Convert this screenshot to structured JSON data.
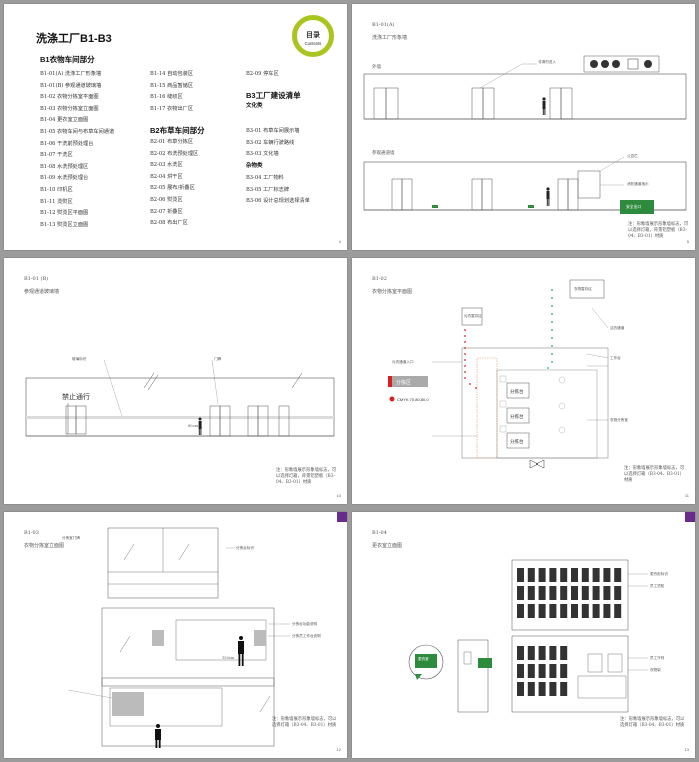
{
  "page1": {
    "title": "洗涤工厂B1-B3",
    "badge_main": "目录",
    "badge_sub": "Contents",
    "sections": {
      "b1": "B1衣物车间部分",
      "b2": "B2布草车间部分",
      "b3": "B3工厂建设清单",
      "culture": "文化类",
      "misc": "杂物类"
    },
    "col1": [
      "B1-01(A) 洗涤工厂形象墙",
      "B1-01(B) 参观通道玻璃墙",
      "B1-02 衣物分拣室平面图",
      "B1-03 衣物分拣室立面图",
      "B1-04 更衣室立面图",
      "B1-05 衣物车间与布草车间通道",
      "B1-06 干洗前预处理台",
      "B1-07 干洗区",
      "B1-08 水洗预处理区",
      "B1-09 水洗预处理台",
      "B1-10 印机区",
      "B1-11 烫熨区",
      "B1-12 熨烫区平面图",
      "B1-13 熨烫区立面图"
    ],
    "col2a": [
      "B1-14 自动包装区",
      "B1-15 商品暂储区",
      "B1-16 缝纫区",
      "B1-17 衣物出厂区"
    ],
    "col2b": [
      "B2-01 布草分拣区",
      "B2-02 布洗预处理区",
      "B2-03 水洗区",
      "B2-04 烘干区",
      "B2-05 展布/折叠区",
      "B2-06 熨烫区",
      "B2-07 折叠区",
      "B2-08 布出厂区"
    ],
    "col3a": [
      "B2-09 停车区"
    ],
    "col3b": [
      "B3-01 布草车间展示墙",
      "B3-02 车辆行驶路线",
      "B3-03 文化墙"
    ],
    "col3c": [
      "B3-04 工厂物料",
      "B3-05 工厂标志牌",
      "B3-06 设计总规划选择清单"
    ],
    "page_number": "4"
  },
  "page2": {
    "code": "B1-01(A)",
    "title": "洗涤工厂形象墙",
    "wall1": "外墙",
    "wall2": "参观通道墙",
    "callouts": [
      "非请勿进入",
      "工厂形象墙",
      "公告栏",
      "消防通道指示"
    ],
    "sign_text": "安全出口",
    "note": "注：形象墙展示形象墙标志，可以选择灯箱，背景铝塑板（B3-04、B3-01）材质",
    "page_number": "5"
  },
  "page3": {
    "code": "B1-01 (B)",
    "title": "参观通道玻璃墙",
    "callouts": [
      "玻璃标识",
      "门牌"
    ],
    "wall_text": "禁止通行",
    "height_mark": "80cm",
    "note": "注：形象墙展示形象墙标志，可以选择灯箱，背景铝塑板（B3-04、B3-01）材质",
    "page_number": "10"
  },
  "page4": {
    "code": "B1-02",
    "title": "衣物分拣室平面图",
    "boxes": [
      "污衣暂存区",
      "分拣台",
      "分拣台",
      "分拣台",
      "衣物暂存区"
    ],
    "legend_text": "分拣区",
    "color_code": "CMYK:70,80,80,0",
    "callouts": [
      "污衣通道入口",
      "工作台",
      "衣物分拣室",
      "洁衣通道"
    ],
    "note": "注：形象墙展示形象墙标志，可以选择灯箱（B3-04、B3-01）材质",
    "page_number": "11"
  },
  "page5": {
    "code": "B1-03",
    "title": "衣物分拣室立面图",
    "callouts": [
      "分拣室门牌",
      "分拣台标识",
      "分拣台功能说明",
      "分拣员工作台说明"
    ],
    "height_mark": "150cm",
    "note": "注：形象墙展示形象墙标志，可以选择灯箱（B3-04、B3-01）材质",
    "page_number": "12"
  },
  "page6": {
    "code": "B1-04",
    "title": "更衣室立面图",
    "sign_text": "更衣室",
    "callouts": [
      "更衣柜标识",
      "员工须知",
      "员工守则",
      "衣物架"
    ],
    "note": "注：形象墙展示形象墙标志，可以选择灯箱（B3-04、B3-01）材质",
    "page_number": "13"
  },
  "colors": {
    "accent_green": "#a9c520",
    "tab_purple": "#6a2c8a",
    "sign_green": "#2e8b3e",
    "red_dots": "#e02020",
    "teal_dots": "#2aa88a",
    "legend_red": "#d82020"
  }
}
